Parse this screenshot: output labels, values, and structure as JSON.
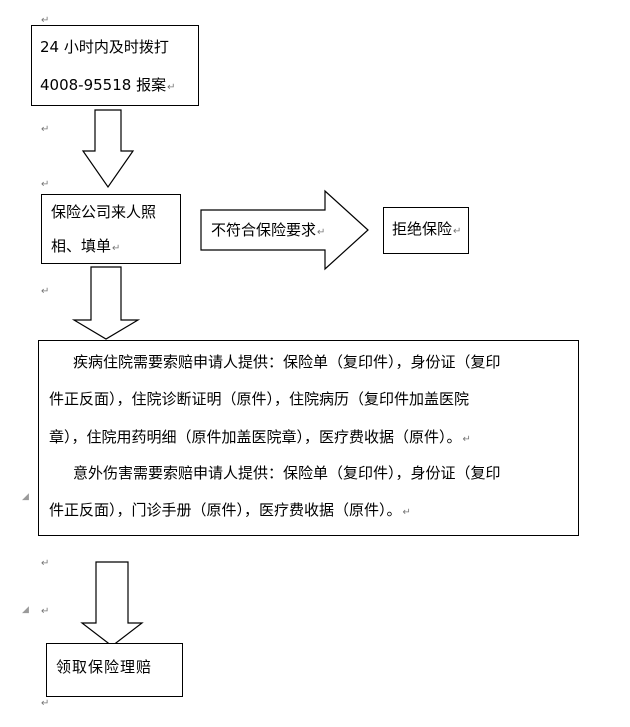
{
  "paragraph_mark": "↵",
  "margin_marker": "◢",
  "step1": {
    "line1": "24 小时内及时拨打",
    "line2": "4008-95518 报案"
  },
  "step2": {
    "line1": "保险公司来人照",
    "line2": "相、填单"
  },
  "branch": {
    "condition": "不符合保险要求",
    "result": "拒绝保险"
  },
  "step3": {
    "para1": [
      "疾病住院需要索赔申请人提供：保险单（复印件），身份证（复印",
      "件正反面），住院诊断证明（原件），住院病历（复印件加盖医院",
      "章），住院用药明细（原件加盖医院章），医疗费收据（原件）。"
    ],
    "para2": [
      "意外伤害需要索赔申请人提供：保险单（复印件），身份证（复印",
      "件正反面），门诊手册（原件），医疗费收据（原件）。"
    ]
  },
  "step4": {
    "label": "领取保险理赔"
  }
}
